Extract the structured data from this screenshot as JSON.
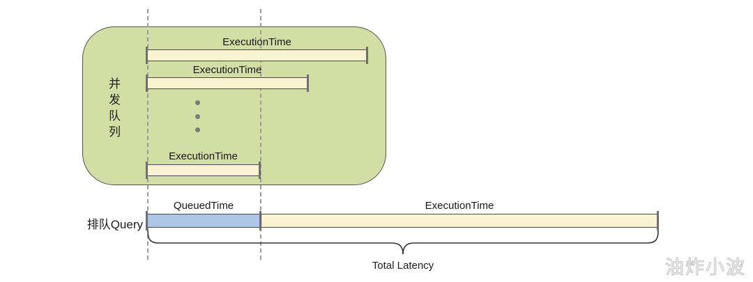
{
  "diagram": {
    "queue_box": {
      "title": "并发队列",
      "bars": [
        {
          "label": "ExecutionTime"
        },
        {
          "label": "ExecutionTime"
        },
        {
          "label": "ExecutionTime"
        }
      ],
      "ellipsis_dots": 3
    },
    "queued_row": {
      "label": "排队Query",
      "segments": [
        {
          "label": "QueuedTime"
        },
        {
          "label": "ExecutionTime"
        }
      ]
    },
    "total": {
      "label": "Total Latency"
    },
    "watermark": "油炸小波"
  },
  "colors": {
    "queue_box_fill": "#d1dfa5",
    "execution_bar_fill": "#faf3d2",
    "queued_bar_fill": "#aec6e8",
    "bar_border": "#4a4a4a",
    "endcap": "#6f6f6f",
    "dashed_line": "#9a9a9a",
    "dots": "#7a7a7a",
    "brace_stroke": "#333333",
    "text": "#1c1c1c"
  }
}
